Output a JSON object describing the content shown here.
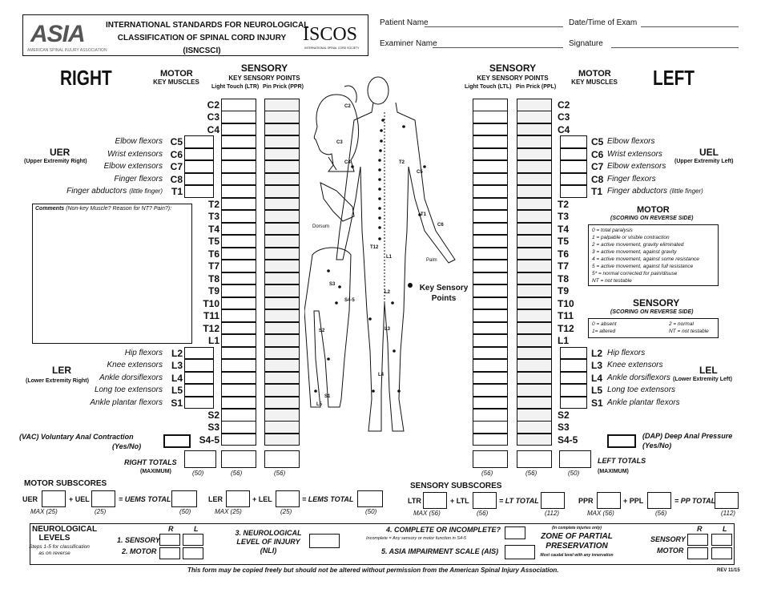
{
  "header": {
    "title_lines": [
      "INTERNATIONAL STANDARDS FOR NEUROLOGICAL",
      "CLASSIFICATION OF SPINAL CORD INJURY",
      "(ISNCSCI)"
    ],
    "asia_logo": "ASIA",
    "asia_sub": "AMERICAN SPINAL INJURY ASSOCIATION",
    "iscos_logo": "ISCOS",
    "iscos_sub": "INTERNATIONAL SPINAL CORD SOCIETY"
  },
  "patient": {
    "patient_name_label": "Patient Name",
    "date_label": "Date/Time of Exam",
    "examiner_label": "Examiner Name",
    "signature_label": "Signature"
  },
  "right": {
    "title": "RIGHT",
    "motor": "MOTOR",
    "key_muscles": "KEY MUSCLES",
    "sensory": "SENSORY",
    "key_points": "KEY SENSORY POINTS",
    "lt": "Light Touch (LTR)",
    "pp": "Pin Prick (PPR)",
    "uer": "UER",
    "uer_sub": "(Upper Extremity Right)",
    "ler": "LER",
    "ler_sub": "(Lower Extremity Right)",
    "comments": "Comments",
    "comments_sub": "(Non-key Muscle? Reason for NT? Pain?):",
    "vac": "(VAC) Voluntary Anal Contraction",
    "yesno": "(Yes/No)",
    "totals": "RIGHT TOTALS",
    "maximum": "(MAXIMUM)",
    "max_motor": "(50)",
    "max_lt": "(56)",
    "max_pp": "(56)"
  },
  "left": {
    "title": "LEFT",
    "motor": "MOTOR",
    "key_muscles": "KEY MUSCLES",
    "sensory": "SENSORY",
    "key_points": "KEY SENSORY POINTS",
    "lt": "Light Touch (LTL)",
    "pp": "Pin Prick (PPL)",
    "uel": "UEL",
    "uel_sub": "(Upper Extremity Left)",
    "lel": "LEL",
    "lel_sub": "(Lower Extremity Left)",
    "dap": "(DAP) Deep Anal Pressure",
    "yesno": "(Yes/No)",
    "totals": "LEFT TOTALS",
    "maximum": "(MAXIMUM)",
    "max_motor": "(50)",
    "max_lt": "(56)",
    "max_pp": "(56)"
  },
  "levels": [
    "C2",
    "C3",
    "C4",
    "C5",
    "C6",
    "C7",
    "C8",
    "T1",
    "T2",
    "T3",
    "T4",
    "T5",
    "T6",
    "T7",
    "T8",
    "T9",
    "T10",
    "T11",
    "T12",
    "L1",
    "L2",
    "L3",
    "L4",
    "L5",
    "S1",
    "S2",
    "S3",
    "S4-5"
  ],
  "muscles": {
    "C5": "Elbow flexors",
    "C6": "Wrist extensors",
    "C7": "Elbow extensors",
    "C8": "Finger flexors",
    "T1": "Finger abductors",
    "L2": "Hip flexors",
    "L3": "Knee extensors",
    "L4": "Ankle dorsiflexors",
    "L5": "Long toe extensors",
    "S1": "Ankle plantar flexors"
  },
  "little_finger": "(little finger)",
  "legend": {
    "motor_title": "MOTOR",
    "motor_sub": "(SCORING ON REVERSE SIDE)",
    "motor_items": [
      "0 = total paralysis",
      "1 = palpable or visible contraction",
      "2 = active movement, gravity eliminated",
      "3 = active movement, against gravity",
      "4 = active movement, against some resistance",
      "5 = active movement, against full resistance",
      "5* = normal corrected for pain/disuse",
      "NT = not testable"
    ],
    "sensory_title": "SENSORY",
    "sensory_sub": "(SCORING ON REVERSE SIDE)",
    "sensory_items": [
      "0 = absent",
      "2 = normal",
      "1= altered",
      "NT = not testable"
    ]
  },
  "diagram": {
    "key_points": "Key Sensory",
    "key_points2": "Points",
    "dorsum": "Dorsum",
    "palm": "Palm",
    "labels": [
      "C2",
      "C3",
      "C4",
      "C5",
      "C6",
      "T1",
      "S3",
      "S4-5",
      "S2",
      "S1",
      "L5",
      "L2",
      "L3",
      "L4",
      "T2",
      "T12",
      "L1"
    ]
  },
  "motor_sub": {
    "title": "MOTOR SUBSCORES",
    "uer": "UER",
    "uel": "+ UEL",
    "uems": "= UEMS TOTAL",
    "ler": "LER",
    "lel": "+ LEL",
    "lems": "= LEMS TOTAL",
    "max25": "MAX (25)",
    "p25": "(25)",
    "p50": "(50)"
  },
  "sensory_sub": {
    "title": "SENSORY SUBSCORES",
    "ltr": "LTR",
    "ltl": "+ LTL",
    "lt_total": "= LT TOTAL",
    "ppr": "PPR",
    "ppl": "+ PPL",
    "pp_total": "= PP TOTAL",
    "max56": "MAX (56)",
    "p56": "(56)",
    "p112": "(112)"
  },
  "neuro": {
    "title1": "NEUROLOGICAL",
    "title2": "LEVELS",
    "steps1": "Steps 1-5 for classification",
    "steps2": "as on reverse",
    "r": "R",
    "l": "L",
    "sensory": "1. SENSORY",
    "motor": "2. MOTOR",
    "nli1": "3. NEUROLOGICAL",
    "nli2": "LEVEL OF INJURY",
    "nli3": "(NLI)",
    "complete": "4. COMPLETE OR INCOMPLETE?",
    "incomplete_note": "Incomplete = Any sensory or motor function in S4-5",
    "ais": "5. ASIA IMPAIRMENT SCALE (AIS)",
    "zpp_note": "(In complete injuries only)",
    "zpp1": "ZONE OF PARTIAL",
    "zpp2": "PRESERVATION",
    "zpp_sub": "Most caudal level with any innervation",
    "zpp_sensory": "SENSORY",
    "zpp_motor": "MOTOR"
  },
  "footer": {
    "notice": "This form may be copied freely but should not be altered without permission from the American Spinal Injury Association.",
    "rev": "REV 11/15"
  }
}
